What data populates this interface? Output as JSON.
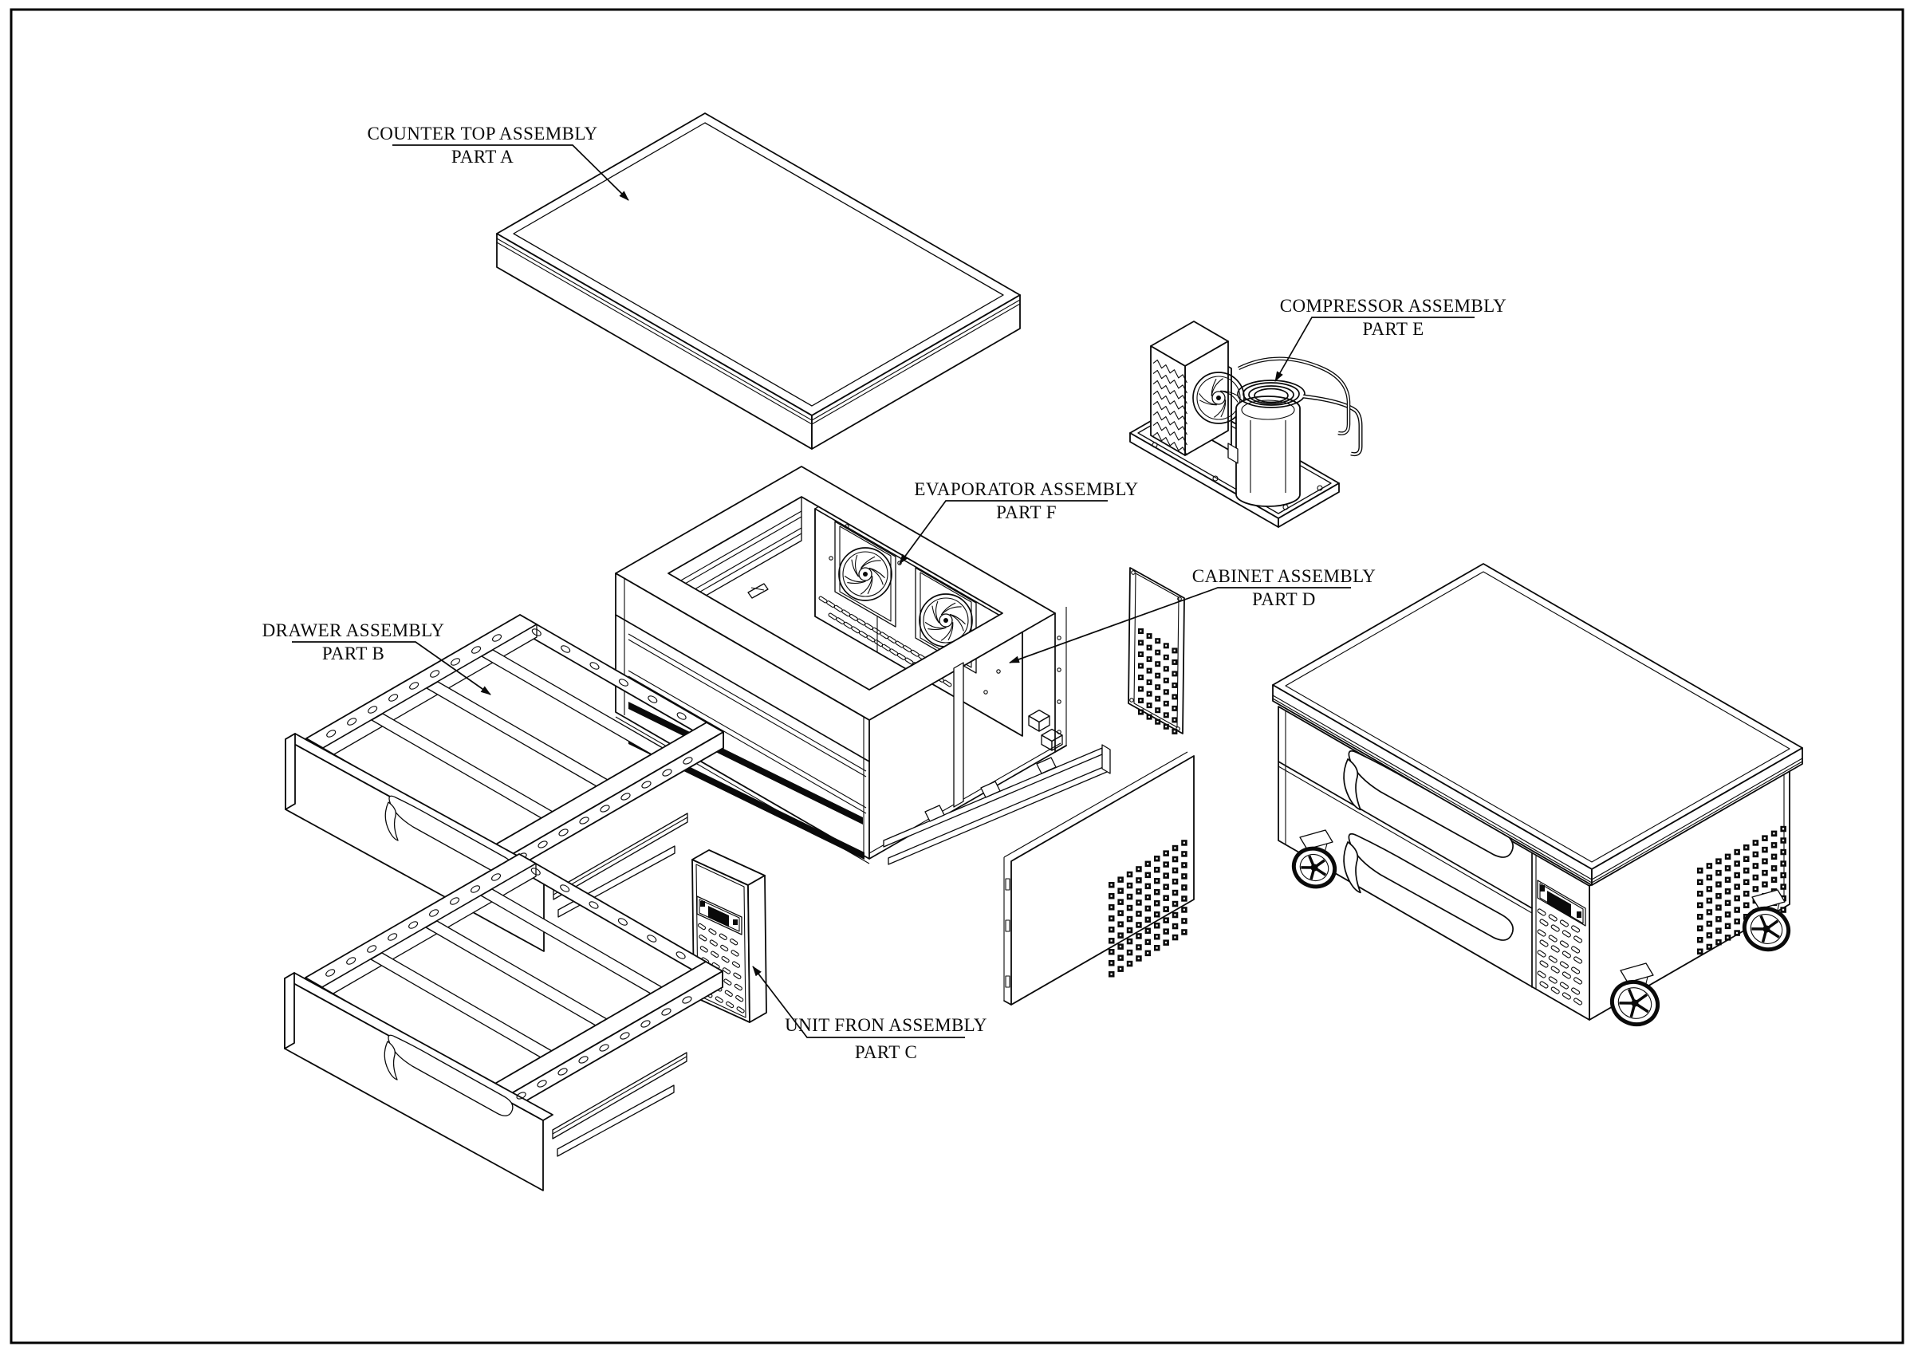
{
  "drawing": {
    "colors": {
      "line": "#0a0a0a",
      "background": "#ffffff",
      "border": "#000000"
    },
    "callouts": [
      {
        "id": "part-a",
        "target": "counter-top",
        "line1": "COUNTER TOP ASSEMBLY",
        "line2": "PART A"
      },
      {
        "id": "part-b",
        "target": "drawer",
        "line1": "DRAWER ASSEMBLY",
        "line2": "PART B"
      },
      {
        "id": "part-c",
        "target": "unit-front-panel",
        "line1": "UNIT FRON ASSEMBLY",
        "line2": "PART C"
      },
      {
        "id": "part-d",
        "target": "cabinet",
        "line1": "CABINET ASSEMBLY",
        "line2": "PART D"
      },
      {
        "id": "part-e",
        "target": "compressor",
        "line1": "COMPRESSOR ASSEMBLY",
        "line2": "PART E"
      },
      {
        "id": "part-f",
        "target": "evaporator",
        "line1": "EVAPORATOR ASSEMBLY",
        "line2": "PART F"
      }
    ]
  }
}
